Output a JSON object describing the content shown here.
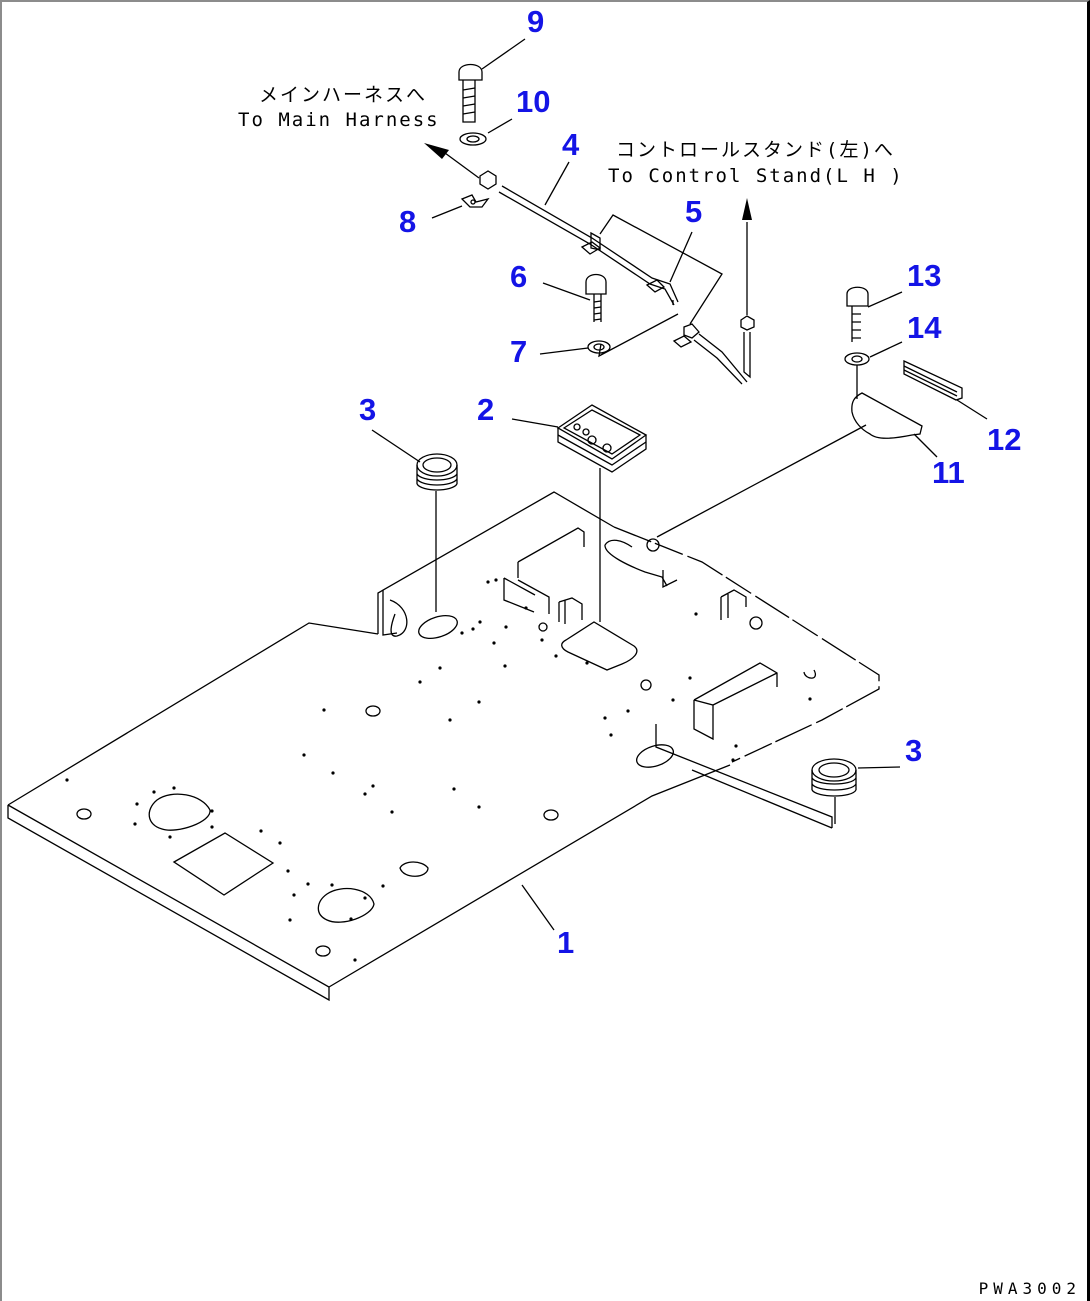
{
  "diagram": {
    "type": "exploded-parts-diagram",
    "drawing_code": "PWA3002",
    "label_color": "#1414e6",
    "notes": {
      "main_harness_jp": "メインハーネスへ",
      "main_harness_en": "To Main Harness",
      "control_stand_jp": "コントロールスタンド(左)へ",
      "control_stand_en": "To Control Stand(L H )"
    },
    "callouts": [
      {
        "id": "c9",
        "number": "9",
        "part": "bolt"
      },
      {
        "id": "c10",
        "number": "10",
        "part": "washer"
      },
      {
        "id": "c4",
        "number": "4",
        "part": "wiring-harness"
      },
      {
        "id": "c8",
        "number": "8",
        "part": "clip"
      },
      {
        "id": "c5",
        "number": "5",
        "part": "clamp"
      },
      {
        "id": "c6",
        "number": "6",
        "part": "bolt"
      },
      {
        "id": "c7",
        "number": "7",
        "part": "washer"
      },
      {
        "id": "c13",
        "number": "13",
        "part": "bolt"
      },
      {
        "id": "c14",
        "number": "14",
        "part": "washer"
      },
      {
        "id": "c12",
        "number": "12",
        "part": "seal"
      },
      {
        "id": "c11",
        "number": "11",
        "part": "cover-plate"
      },
      {
        "id": "c3a",
        "number": "3",
        "part": "grommet"
      },
      {
        "id": "c2",
        "number": "2",
        "part": "grommet-pad"
      },
      {
        "id": "c3b",
        "number": "3",
        "part": "grommet"
      },
      {
        "id": "c1",
        "number": "1",
        "part": "floor-plate"
      }
    ]
  }
}
